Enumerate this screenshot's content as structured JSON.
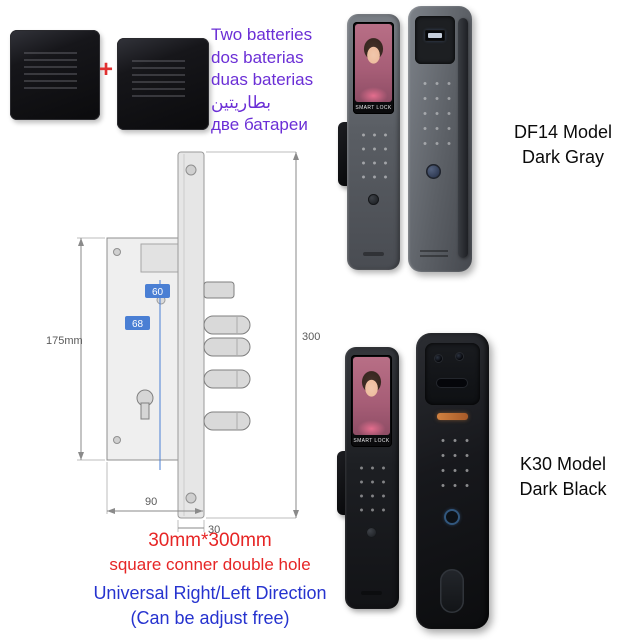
{
  "batteries_note": {
    "plus": "+",
    "lines": [
      "Two batteries",
      "dos baterias",
      "duas baterias",
      "بطاريتين",
      "две батареи"
    ]
  },
  "diagram": {
    "dims": {
      "top_offset": "60",
      "mid_offset": "68",
      "body_height": "175mm",
      "plate_height": "300",
      "body_width": "90",
      "plate_width": "30"
    }
  },
  "captions": {
    "size_line1": "30mm*300mm",
    "size_line2": "square conner double hole",
    "direction_line1": "Universal Right/Left Direction",
    "direction_line2": "(Can be adjust free)"
  },
  "models": {
    "df14": {
      "name": "DF14 Model",
      "color": "Dark Gray"
    },
    "k30": {
      "name": "K30 Model",
      "color": "Dark Black"
    }
  },
  "lock_screen": {
    "brand": "SMART LOCK"
  },
  "colors": {
    "multilingual_text": "#6b2fd6",
    "red_text": "#e62525",
    "blue_text": "#2633cf",
    "dim_label_bg": "#4a7fd4",
    "plus_sign": "#e03030",
    "df14_body": "#5a5e64",
    "k30_body": "#1d1f23"
  }
}
